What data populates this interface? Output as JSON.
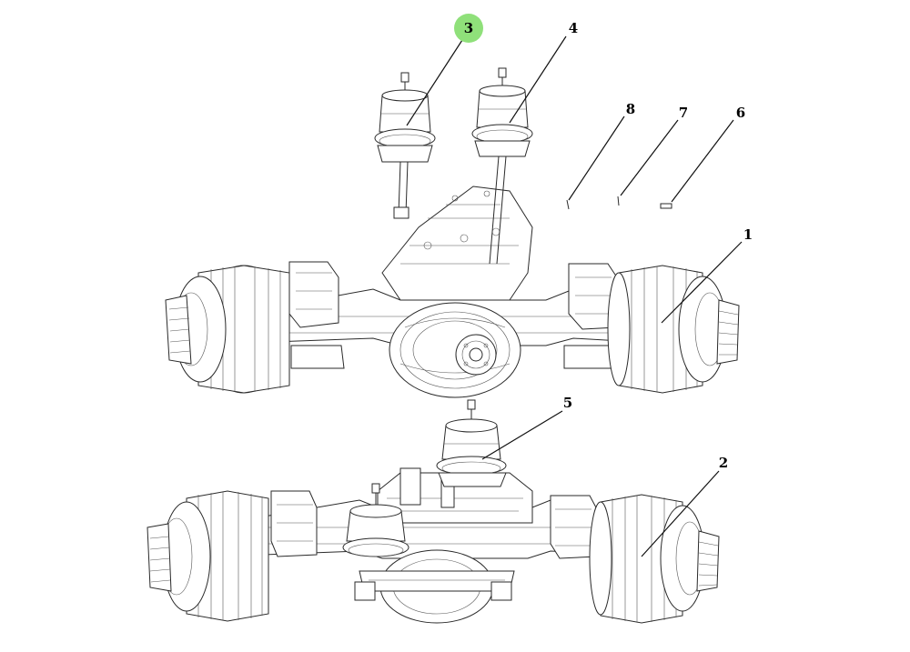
{
  "diagram": {
    "callouts": [
      {
        "id": "1",
        "label": "1"
      },
      {
        "id": "2",
        "label": "2"
      },
      {
        "id": "3",
        "label": "3",
        "highlighted": true
      },
      {
        "id": "4",
        "label": "4"
      },
      {
        "id": "5",
        "label": "5"
      },
      {
        "id": "6",
        "label": "6"
      },
      {
        "id": "7",
        "label": "7"
      },
      {
        "id": "8",
        "label": "8"
      }
    ],
    "colors": {
      "highlight": "#8fe07a",
      "line": "#2a2a2a",
      "background": "#ffffff"
    }
  }
}
